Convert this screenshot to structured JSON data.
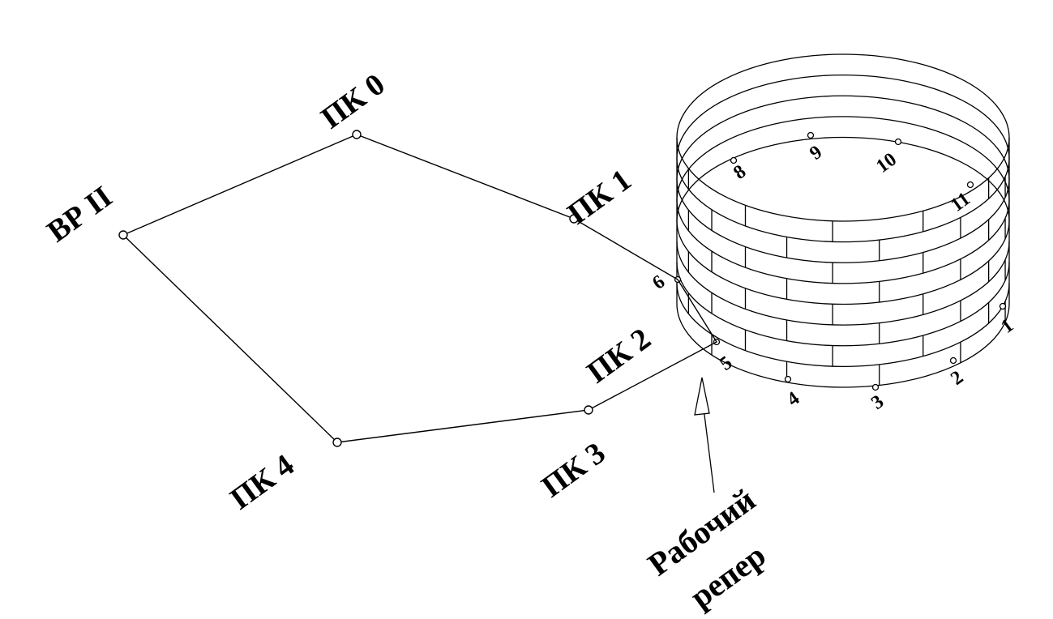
{
  "diagram": {
    "stations": {
      "vr": "ВР II",
      "pk0": "ПК 0",
      "pk1": "ПК 1",
      "pk2": "ПК 2",
      "pk3": "ПК 3",
      "pk4": "ПК 4"
    },
    "points": [
      "1",
      "2",
      "3",
      "4",
      "5",
      "6",
      "8",
      "9",
      "10",
      "11"
    ],
    "benchmark": {
      "line1": "Рабочий",
      "line2": "репер"
    },
    "colors": {
      "ink": "#000000",
      "background": "#ffffff"
    }
  }
}
